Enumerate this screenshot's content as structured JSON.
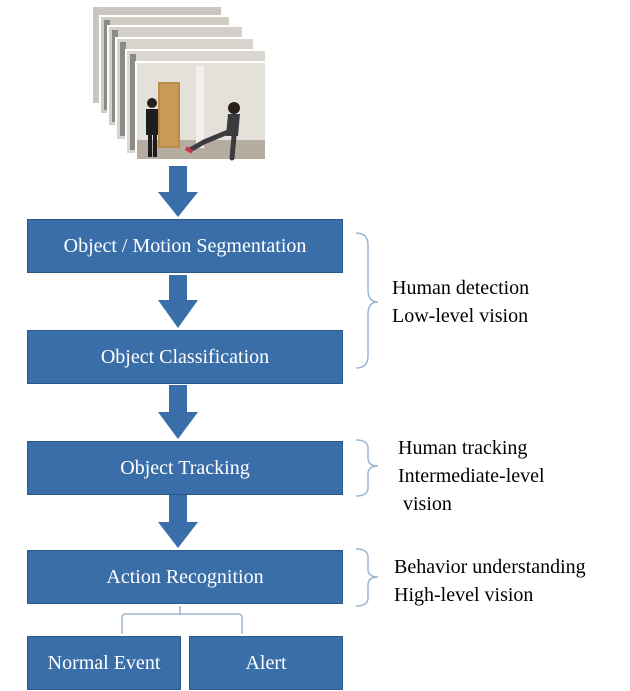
{
  "steps": {
    "segmentation": "Object / Motion Segmentation",
    "classification": "Object Classification",
    "tracking": "Object Tracking",
    "recognition": "Action Recognition"
  },
  "outcomes": {
    "normal": "Normal Event",
    "alert": "Alert"
  },
  "annotations": {
    "detection": [
      "Human detection",
      "Low-level vision"
    ],
    "tracking": [
      "Human tracking",
      "Intermediate-level",
      " vision"
    ],
    "behavior": [
      "Behavior understanding",
      "High-level vision"
    ]
  },
  "colors": {
    "box_fill": "#3a6ea8",
    "box_border": "#2c5887",
    "arrow": "#3a6ea8",
    "brace": "#9fb6d0"
  }
}
